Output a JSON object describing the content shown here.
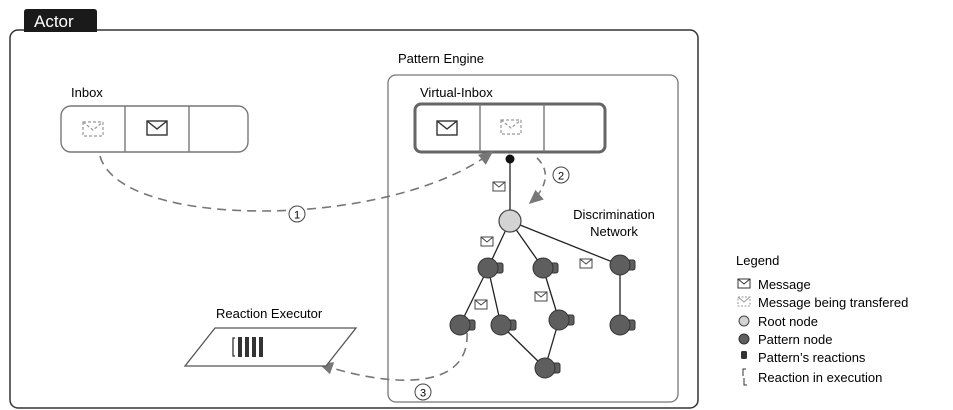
{
  "actor": {
    "label": "Actor"
  },
  "inbox": {
    "label": "Inbox"
  },
  "pattern_engine": {
    "label": "Pattern Engine"
  },
  "virtual_inbox": {
    "label": "Virtual-Inbox"
  },
  "discrimination_network": {
    "label_line1": "Discrimination",
    "label_line2": "Network"
  },
  "reaction_executor": {
    "label": "Reaction Executor"
  },
  "steps": [
    "1",
    "2",
    "3"
  ],
  "legend": {
    "title": "Legend",
    "items": [
      {
        "icon": "envelope-icon",
        "label": "Message"
      },
      {
        "icon": "envelope-dashed-icon",
        "label": "Message being transfered"
      },
      {
        "icon": "root-node-icon",
        "label": "Root node"
      },
      {
        "icon": "pattern-node-icon",
        "label": "Pattern node"
      },
      {
        "icon": "pattern-reaction-icon",
        "label": "Pattern’s reactions"
      },
      {
        "icon": "reaction-execution-icon",
        "label": "Reaction in execution"
      }
    ]
  },
  "colors": {
    "stroke": "#555555",
    "pattern_node": "#5e5e5e",
    "root_node": "#d3d3d3",
    "actor_tab": "#1a1a1a",
    "dashed_arrow": "#777777"
  }
}
